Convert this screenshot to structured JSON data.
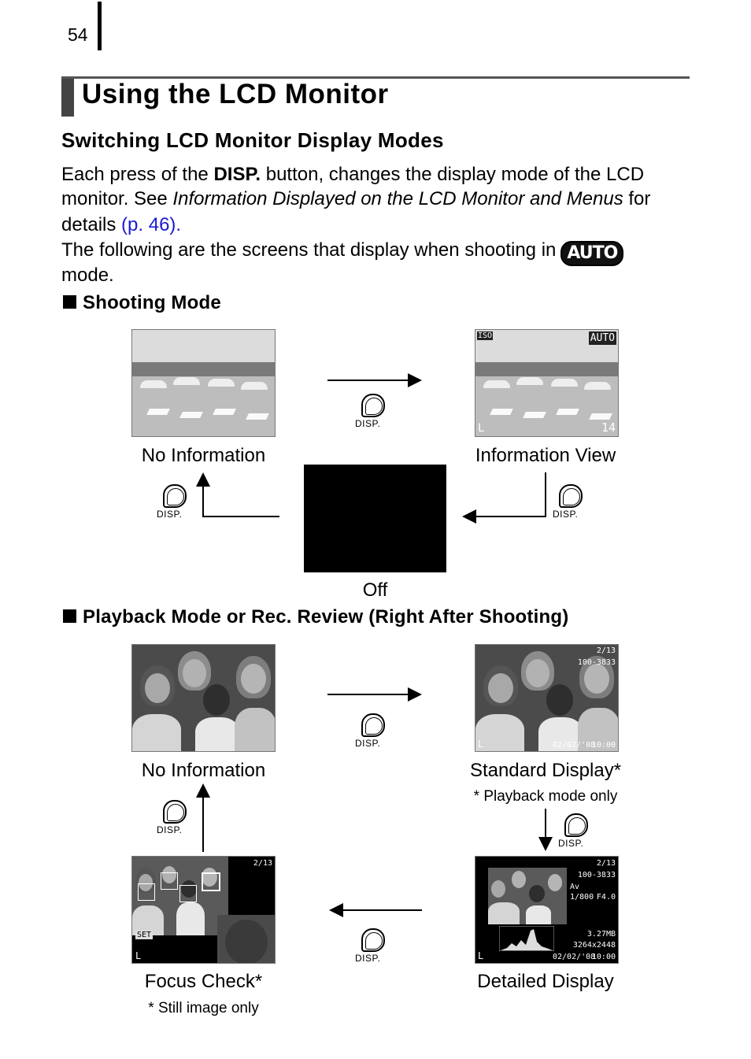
{
  "page_number": "54",
  "title": "Using the LCD Monitor",
  "subtitle": "Switching LCD Monitor Display Modes",
  "intro": {
    "p1_pre": "Each press of the ",
    "p1_bold": "DISP.",
    "p1_post": " button, changes the display mode of the LCD",
    "p2_pre": "monitor. See ",
    "p2_italic": "Information Displayed on the LCD Monitor and Menus",
    "p2_post": " for",
    "p3_pre": "details ",
    "p3_link": "(p. 46)",
    "p3_post": ".",
    "p4_pre": "The following are the screens that display when shooting in",
    "p4_badge": "AUTO",
    "p5": "mode."
  },
  "disp_label": "DISP.",
  "shooting": {
    "heading": "Shooting Mode",
    "no_info": "No Information",
    "info_view": "Information View",
    "off": "Off",
    "osd": {
      "iso": "ISO",
      "auto": "AUTO",
      "shots": "14",
      "size": "L"
    }
  },
  "playback": {
    "heading": "Playback Mode or Rec. Review (Right After Shooting)",
    "no_info": "No Information",
    "standard": "Standard Display*",
    "standard_note": "* Playback mode only",
    "focus": "Focus Check*",
    "focus_note": "* Still image only",
    "detailed": "Detailed Display",
    "osd": {
      "count": "2/13",
      "folder": "100-3833",
      "date": "02/02/'08",
      "time": "10:00",
      "size": "L",
      "av": "Av",
      "shutter": "1/800",
      "fnum": "F4.0",
      "filesize": "3.27MB",
      "resolution": "3264x2448",
      "set": "SET"
    }
  }
}
